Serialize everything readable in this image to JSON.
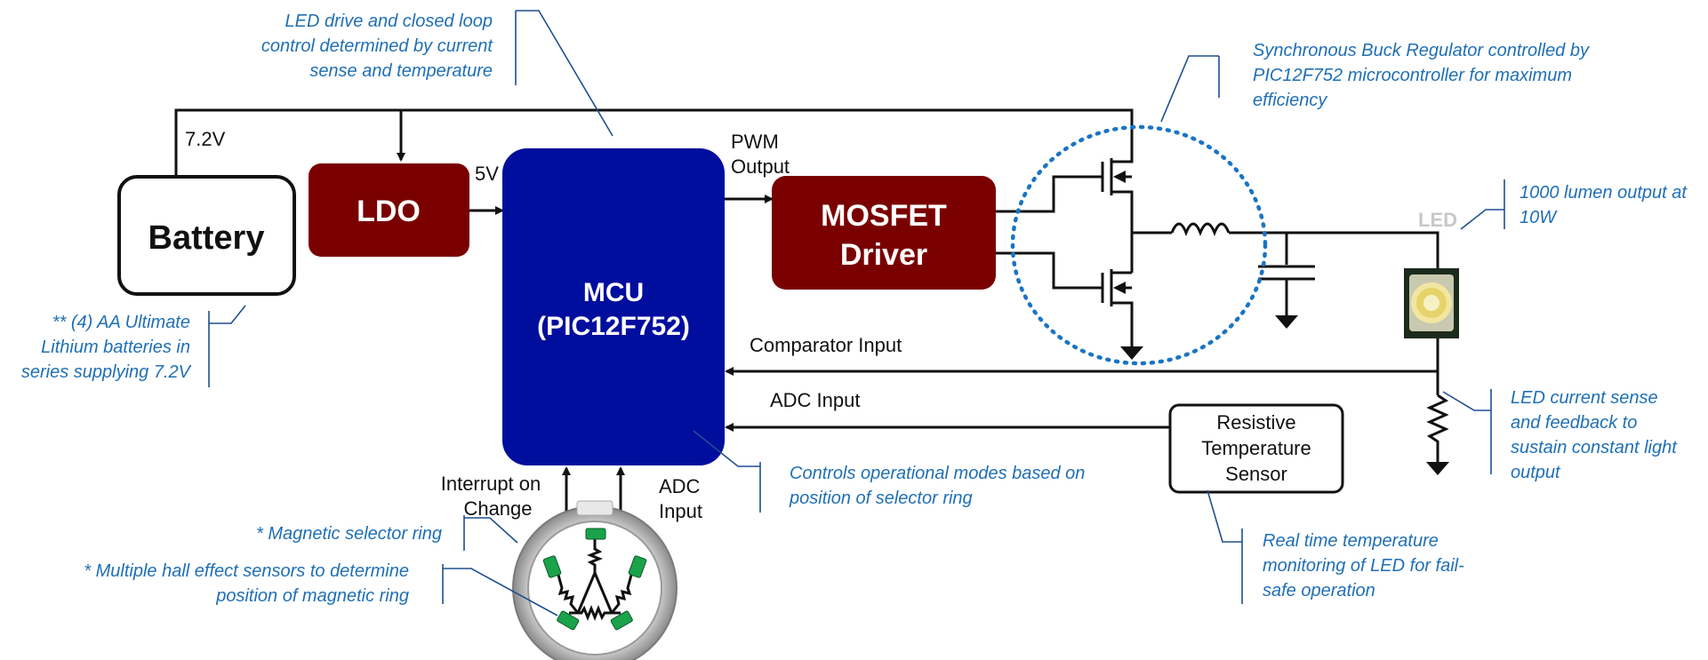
{
  "blocks": {
    "battery": "Battery",
    "ldo": "LDO",
    "mcu_line1": "MCU",
    "mcu_line2": "(PIC12F752)",
    "driver_line1": "MOSFET",
    "driver_line2": "Driver",
    "sensor_line1": "Resistive",
    "sensor_line2": "Temperature",
    "sensor_line3": "Sensor"
  },
  "signals": {
    "v72": "7.2V",
    "v5": "5V",
    "pwm_line1": "PWM",
    "pwm_line2": "Output",
    "comparator": "Comparator Input",
    "adc_input": "ADC Input",
    "interrupt_line1": "Interrupt on",
    "interrupt_line2": "Change",
    "adc2_line1": "ADC",
    "adc2_line2": "Input",
    "led": "LED"
  },
  "annotations": {
    "led_drive": [
      "LED drive and closed loop",
      "control determined by current",
      "sense and temperature"
    ],
    "buck": [
      "Synchronous Buck Regulator controlled by",
      "PIC12F752 microcontroller for maximum",
      "efficiency"
    ],
    "lumen": [
      "1000 lumen output at",
      "10W"
    ],
    "batteries": [
      "** (4) AA Ultimate",
      "Lithium batteries in",
      "series supplying 7.2V"
    ],
    "current_sense": [
      "LED current sense",
      "and feedback to",
      "sustain constant light",
      "output"
    ],
    "modes": [
      "Controls operational modes based on",
      "position of selector ring"
    ],
    "temp_monitor": [
      "Real time temperature",
      "monitoring of LED for fail-",
      "safe operation"
    ],
    "selector_ring": [
      "* Magnetic selector ring"
    ],
    "hall_sensors": [
      "* Multiple hall effect sensors to determine",
      "position of magnetic ring"
    ]
  },
  "colors": {
    "mcu": "#000e9e",
    "dark_red": "#7a0000",
    "annotation": "#1f6fb5",
    "buck_ellipse": "#1a74c4",
    "hall_sensor": "#1aa34a"
  }
}
